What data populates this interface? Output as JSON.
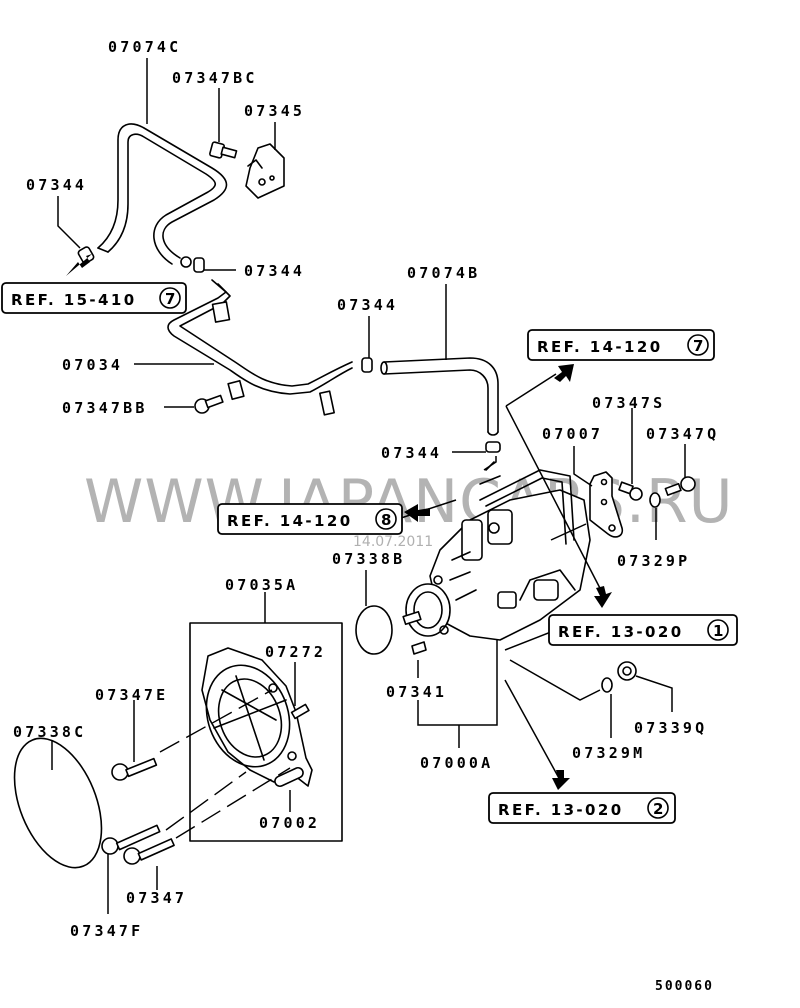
{
  "diagram": {
    "type": "exploded-parts-diagram",
    "drawing_code": "500060",
    "watermark": "WWW.JAPANCARS.RU",
    "date_stamp": "14.07.2011",
    "parts": {
      "p07074C": "07074C",
      "p07347BC": "07347BC",
      "p07345": "07345",
      "p07344_a": "07344",
      "p07344_b": "07344",
      "p07344_c": "07344",
      "p07344_d": "07344",
      "p07074B": "07074B",
      "p07034": "07034",
      "p07347BB": "07347BB",
      "p07347S": "07347S",
      "p07007": "07007",
      "p07347Q": "07347Q",
      "p07329P": "07329P",
      "p07338B": "07338B",
      "p07035A": "07035A",
      "p07272": "07272",
      "p07347E": "07347E",
      "p07338C": "07338C",
      "p07002": "07002",
      "p07347": "07347",
      "p07347F": "07347F",
      "p07341": "07341",
      "p07000A": "07000A",
      "p07329M": "07329M",
      "p07339Q": "07339Q"
    },
    "references": [
      {
        "text": "REF. 15-410",
        "circle": "7"
      },
      {
        "text": "REF. 14-120",
        "circle": "7"
      },
      {
        "text": "REF. 14-120",
        "circle": "8"
      },
      {
        "text": "REF. 13-020",
        "circle": "1"
      },
      {
        "text": "REF. 13-020",
        "circle": "2"
      }
    ]
  }
}
